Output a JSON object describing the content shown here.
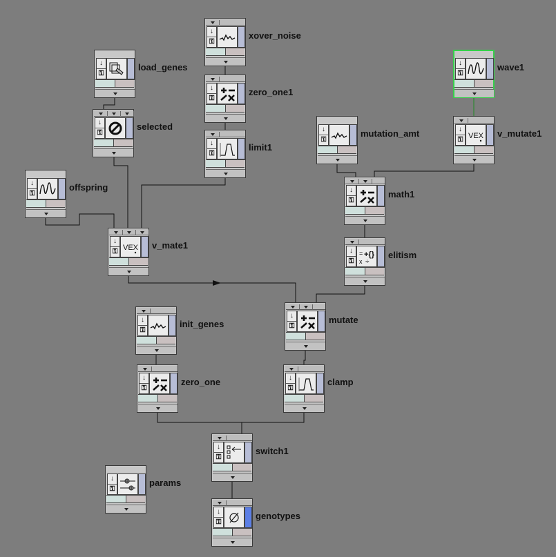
{
  "flags": {
    "bypass_glyph": "↓",
    "lock_glyph": "⚿"
  },
  "nodes": [
    {
      "id": "xover_noise",
      "label": "xover_noise",
      "icon": "noise-icon",
      "inputs": 1
    },
    {
      "id": "load_genes",
      "label": "load_genes",
      "icon": "file-icon",
      "inputs": 0
    },
    {
      "id": "zero_one1",
      "label": "zero_one1",
      "icon": "math-ops-icon",
      "inputs": 1
    },
    {
      "id": "wave1",
      "label": "wave1",
      "icon": "wave-icon",
      "inputs": 0,
      "highlighted": true
    },
    {
      "id": "selected",
      "label": "selected",
      "icon": "null-icon",
      "inputs": 3
    },
    {
      "id": "mutation_amt",
      "label": "mutation_amt",
      "icon": "noise-icon",
      "inputs": 0
    },
    {
      "id": "v_mutate1",
      "label": "v_mutate1",
      "icon": "vex-icon",
      "inputs": 1
    },
    {
      "id": "limit1",
      "label": "limit1",
      "icon": "limit-icon",
      "inputs": 1
    },
    {
      "id": "offspring",
      "label": "offspring",
      "icon": "wave-icon",
      "inputs": 0
    },
    {
      "id": "math1",
      "label": "math1",
      "icon": "math-ops-icon",
      "inputs": 2
    },
    {
      "id": "v_mate1",
      "label": "v_mate1",
      "icon": "vex-icon",
      "inputs": 3
    },
    {
      "id": "elitism",
      "label": "elitism",
      "icon": "expression-icon",
      "inputs": 1
    },
    {
      "id": "init_genes",
      "label": "init_genes",
      "icon": "noise-icon",
      "inputs": 1
    },
    {
      "id": "mutate",
      "label": "mutate",
      "icon": "math-ops-icon",
      "inputs": 2
    },
    {
      "id": "zero_one",
      "label": "zero_one",
      "icon": "math-ops-icon",
      "inputs": 1
    },
    {
      "id": "clamp",
      "label": "clamp",
      "icon": "limit-icon",
      "inputs": 1
    },
    {
      "id": "switch1",
      "label": "switch1",
      "icon": "switch-icon",
      "inputs": 1
    },
    {
      "id": "params",
      "label": "params",
      "icon": "params-icon",
      "inputs": 0
    },
    {
      "id": "genotypes",
      "label": "genotypes",
      "icon": "empty-set-icon",
      "inputs": 1,
      "display_on": true
    }
  ]
}
